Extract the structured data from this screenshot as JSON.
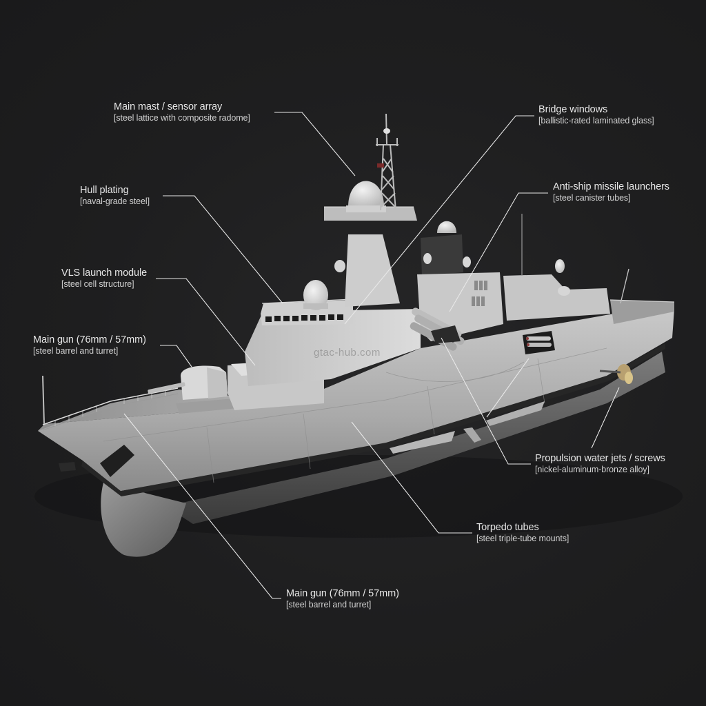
{
  "figure": {
    "subject": "Naval frigate / corvette 3D render with component callouts",
    "background_color": "#1d1d1e",
    "text_color": "#e6e6e6",
    "leader_line_color": "#e8e8e8",
    "watermark": "gtac-hub.com"
  },
  "callouts": [
    {
      "id": "main-mast",
      "title": "Main mast / sensor array",
      "material": "[steel lattice with composite radome]"
    },
    {
      "id": "bridge-windows",
      "title": "Bridge windows",
      "material": "[ballistic-rated laminated glass]"
    },
    {
      "id": "hull-plating",
      "title": "Hull plating",
      "material": "[naval-grade steel]"
    },
    {
      "id": "anti-ship-missiles",
      "title": "Anti-ship missile launchers",
      "material": "[steel canister tubes]"
    },
    {
      "id": "vls-module",
      "title": "VLS launch module",
      "material": "[steel cell structure]"
    },
    {
      "id": "main-gun-upper",
      "title": "Main gun (76mm / 57mm)",
      "material": "[steel barrel and turret]"
    },
    {
      "id": "propulsion",
      "title": "Propulsion water jets / screws",
      "material": "[nickel-aluminum-bronze alloy]"
    },
    {
      "id": "torpedo-tubes",
      "title": "Torpedo tubes",
      "material": "[steel triple-tube mounts]"
    },
    {
      "id": "main-gun-lower",
      "title": "Main gun (76mm / 57mm)",
      "material": "[steel barrel and turret]"
    }
  ]
}
